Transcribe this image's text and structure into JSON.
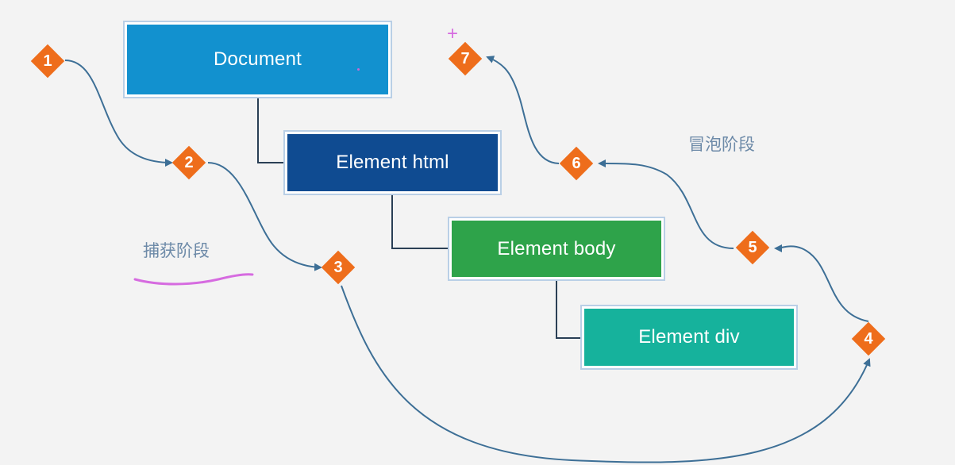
{
  "nodes": {
    "document": "Document",
    "html": "Element html",
    "body": "Element body",
    "div": "Element div"
  },
  "steps": [
    "1",
    "2",
    "3",
    "4",
    "5",
    "6",
    "7"
  ],
  "phases": {
    "capture": "捕获阶段",
    "bubble": "冒泡阶段"
  },
  "colors": {
    "document": "#1291cf",
    "html": "#0f4b91",
    "body": "#2ea34a",
    "div": "#16b29c",
    "step_marker": "#ee6d1b",
    "arrow": "#3d6f96",
    "phase_text": "#6d8aa8",
    "annotation": "#d66be0"
  }
}
